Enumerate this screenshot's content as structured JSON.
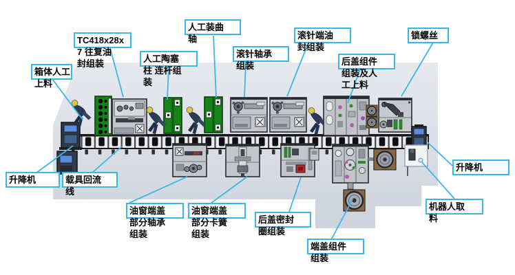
{
  "diagram_type": "assembly-line-station-diagram",
  "labels": [
    {
      "id": "box-manual-loading",
      "text": "箱体人工\n上料"
    },
    {
      "id": "tc-oil-seal",
      "text": "TC418x28x\n7 往复油\n封组装"
    },
    {
      "id": "manual-piston-connecting-rod",
      "text": "人工陶塞\n柱 连杆组\n装"
    },
    {
      "id": "manual-crankshaft",
      "text": "人工装曲\n轴"
    },
    {
      "id": "needle-bearing",
      "text": "滚针轴承\n组装"
    },
    {
      "id": "needle-end-oil-seal",
      "text": "滚针端油\n封组装"
    },
    {
      "id": "screw-locking",
      "text": "锁螺丝"
    },
    {
      "id": "rear-cover-assembly",
      "text": "后盖组件\n组装及人\n工上料"
    },
    {
      "id": "lifter-left",
      "text": "升降机"
    },
    {
      "id": "carrier-return-line",
      "text": "载具回流\n线"
    },
    {
      "id": "oil-window-bearing",
      "text": "油窗端盖\n部分轴承\n组装"
    },
    {
      "id": "oil-window-circlip",
      "text": "油窗端盖\n部分卡簧\n组装"
    },
    {
      "id": "rear-seal-ring",
      "text": "后盖密封\n圈组装"
    },
    {
      "id": "end-cover-assembly",
      "text": "端盖组件\n组装"
    },
    {
      "id": "robot-pick",
      "text": "机器人取\n料"
    },
    {
      "id": "lifter-right",
      "text": "升降机"
    }
  ],
  "colors": {
    "callout_cyan": "#3ab7e8",
    "floor_gray_top": "#eef0f4",
    "floor_gray_bottom": "#c7ccd6",
    "rack_green": "#178217",
    "machine_gray": "#c3c6cb",
    "conveyor_dark": "#16181c",
    "worker_navy": "#2a3c55",
    "helmet_yellow": "#d6c94c",
    "lift_screen_blue": "#5b8dd9",
    "seal_red": "#b32a2a",
    "disc_frame_brown": "#87674a"
  }
}
